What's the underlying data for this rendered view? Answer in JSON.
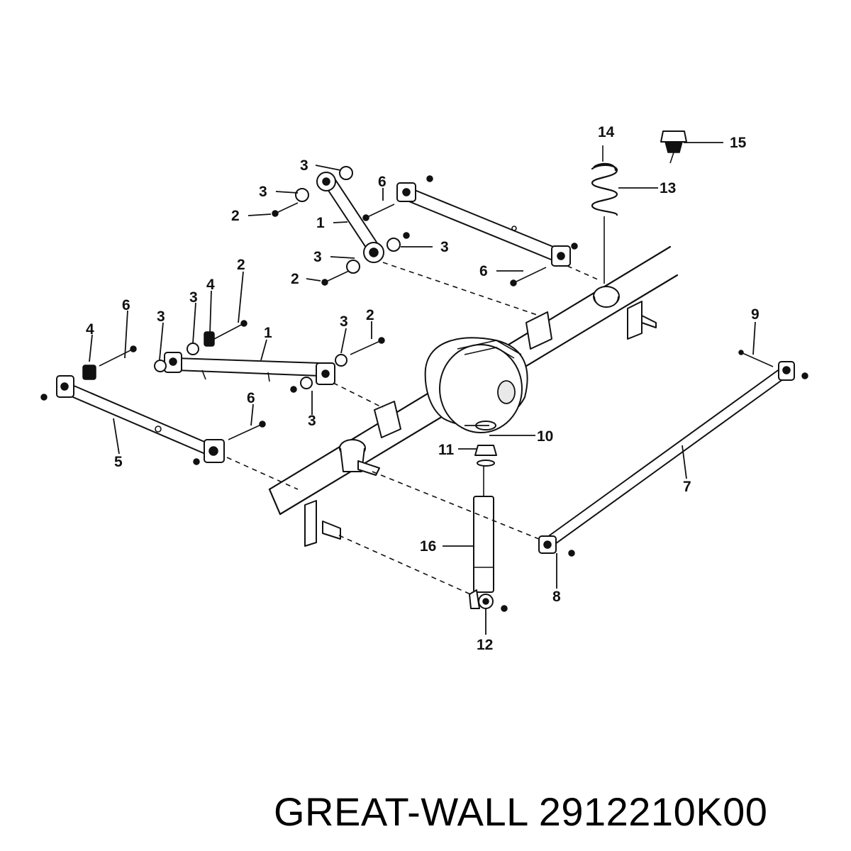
{
  "callouts": {
    "c14": "14",
    "c15": "15",
    "c13": "13",
    "c3a": "3",
    "c3b": "3",
    "c6a": "6",
    "c2a": "2",
    "c1a": "1",
    "c3c": "3",
    "c3d": "3",
    "c2b": "2",
    "c6b": "6",
    "c2c": "2",
    "c4a": "4",
    "c3e": "3",
    "c6c": "6",
    "c3f": "3",
    "c4b": "4",
    "c1b": "1",
    "c3g": "3",
    "c2d": "2",
    "c6d": "6",
    "c3h": "3",
    "c5": "5",
    "c9": "9",
    "c10": "10",
    "c11": "11",
    "c7": "7",
    "c16": "16",
    "c8": "8",
    "c12": "12"
  },
  "caption": "GREAT-WALL 2912210K00"
}
